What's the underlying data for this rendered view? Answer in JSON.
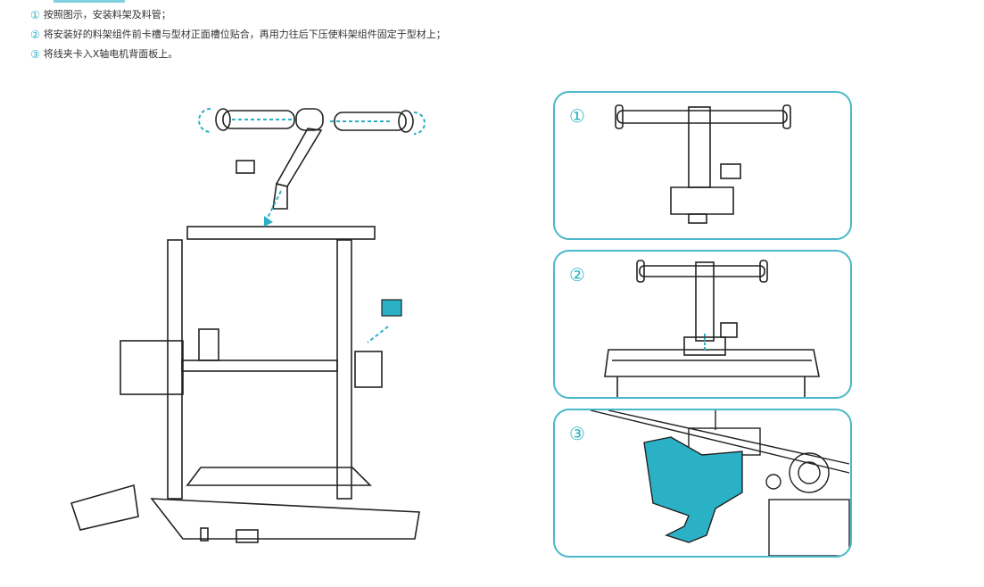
{
  "steps": [
    {
      "num": "①",
      "text": "按照图示，安装料架及料管；"
    },
    {
      "num": "②",
      "text": "将安装好的料架组件前卡槽与型材正面槽位贴合，再用力往后下压使料架组件固定于型材上；"
    },
    {
      "num": "③",
      "text": "将线夹卡入X轴电机背面板上。"
    }
  ],
  "panels": [
    {
      "num": "①"
    },
    {
      "num": "②"
    },
    {
      "num": "③"
    }
  ],
  "colors": {
    "accent": "#2bb1c6",
    "panel_border": "#4ab8c8",
    "line": "#222222"
  }
}
